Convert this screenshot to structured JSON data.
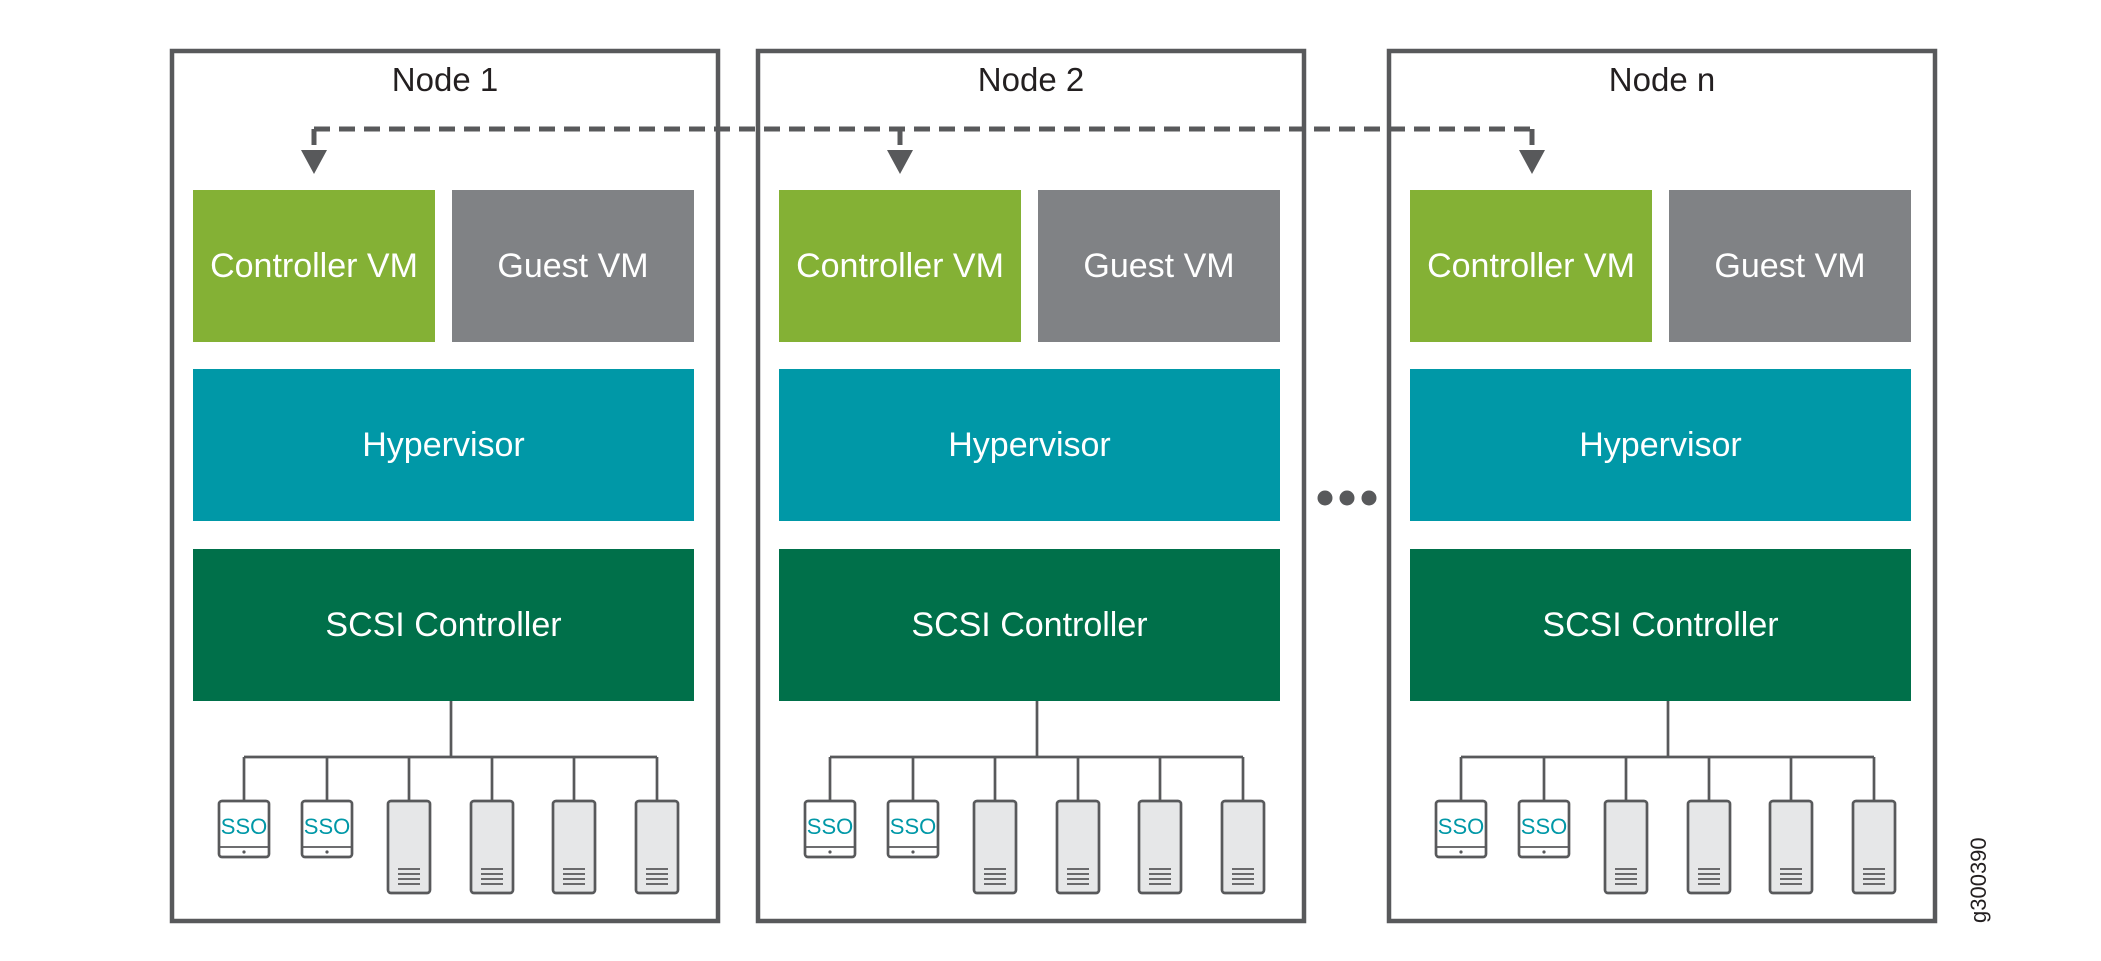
{
  "nodes": [
    {
      "title": "Node 1",
      "controller_vm": "Controller VM",
      "guest_vm": "Guest VM",
      "hypervisor": "Hypervisor",
      "scsi_controller": "SCSI Controller",
      "ssd_labels": [
        "SSO",
        "SSO"
      ],
      "hdd_count": 4
    },
    {
      "title": "Node 2",
      "controller_vm": "Controller VM",
      "guest_vm": "Guest VM",
      "hypervisor": "Hypervisor",
      "scsi_controller": "SCSI Controller",
      "ssd_labels": [
        "SSO",
        "SSO"
      ],
      "hdd_count": 4
    },
    {
      "title": "Node n",
      "controller_vm": "Controller VM",
      "guest_vm": "Guest VM",
      "hypervisor": "Hypervisor",
      "scsi_controller": "SCSI Controller",
      "ssd_labels": [
        "SSO",
        "SSO"
      ],
      "hdd_count": 4
    }
  ],
  "figure_id": "g300390",
  "colors": {
    "controller_vm": "#84b135",
    "guest_vm": "#808285",
    "hypervisor": "#0098a7",
    "scsi_controller": "#00704a",
    "outline": "#58595b"
  }
}
